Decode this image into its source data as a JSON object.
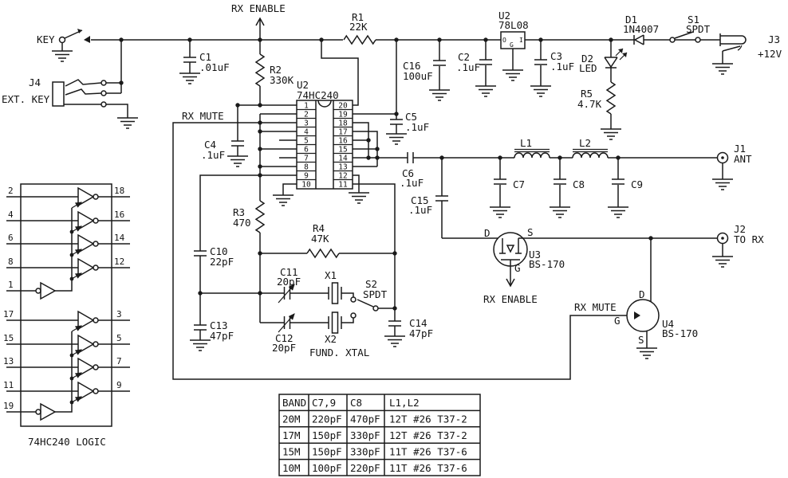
{
  "labels": {
    "key": "KEY",
    "j4": "J4",
    "ext_key": "EXT. KEY",
    "rx_enable_top": "RX ENABLE",
    "c1": "C1",
    "c1v": ".01uF",
    "r2": "R2",
    "r2v": "330K",
    "r1": "R1",
    "r1v": "22K",
    "u2a": "U2",
    "u2a_part": "74HC240",
    "u2b": "U2",
    "u2b_part": "78L08",
    "reg_out": "O",
    "reg_gnd": "G",
    "reg_in": "I",
    "c16": "C16",
    "c16v": "100uF",
    "c2": "C2",
    "c2v": ".1uF",
    "c3": "C3",
    "c3v": ".1uF",
    "c5": "C5",
    "c5v": ".1uF",
    "c4": "C4",
    "c4v": ".1uF",
    "d1": "D1",
    "d1v": "1N4007",
    "d2": "D2",
    "d2v": "LED",
    "r5": "R5",
    "r5v": "4.7K",
    "s1": "S1",
    "s1v": "SPDT",
    "j3": "J3",
    "j3v": "+12V",
    "rx_mute_left": "RX MUTE",
    "r3": "R3",
    "r3v": "470",
    "r4": "R4",
    "r4v": "47K",
    "c10": "C10",
    "c10v": "22pF",
    "c11": "C11",
    "c11v": "20pF",
    "c12": "C12",
    "c12v": "20pF",
    "c13": "C13",
    "c13v": "47pF",
    "c14": "C14",
    "c14v": "47pF",
    "x1": "X1",
    "x2": "X2",
    "fund_xtal": "FUND. XTAL",
    "s2": "S2",
    "s2v": "SPDT",
    "c6": "C6",
    "c6v": ".1uF",
    "c15": "C15",
    "c15v": ".1uF",
    "l1": "L1",
    "l2": "L2",
    "c7": "C7",
    "c8": "C8",
    "c9": "C9",
    "j1": "J1",
    "j1v": "ANT",
    "j2": "J2",
    "j2v": "TO RX",
    "u3": "U3",
    "u3v": "BS-170",
    "u3_d": "D",
    "u3_s": "S",
    "u3_g": "G",
    "rx_enable_bottom": "RX ENABLE",
    "rx_mute_bottom": "RX MUTE",
    "u4": "U4",
    "u4v": "BS-170",
    "u4_d": "D",
    "u4_g": "G",
    "u4_s": "S"
  },
  "ic": {
    "left_pins": [
      "1",
      "2",
      "3",
      "4",
      "5",
      "6",
      "7",
      "8",
      "9",
      "10"
    ],
    "right_pins": [
      "20",
      "19",
      "18",
      "17",
      "16",
      "15",
      "14",
      "13",
      "12",
      "11"
    ]
  },
  "logic": {
    "caption": "74HC240 LOGIC",
    "group1": {
      "inputs": [
        "2",
        "4",
        "6",
        "8"
      ],
      "enable": "1",
      "outputs": [
        "18",
        "16",
        "14",
        "12"
      ]
    },
    "group2": {
      "inputs": [
        "17",
        "15",
        "13",
        "11"
      ],
      "enable": "19",
      "outputs": [
        "3",
        "5",
        "7",
        "9"
      ]
    }
  },
  "band_table": {
    "headers": [
      "BAND",
      "C7,9",
      "C8",
      "L1,L2"
    ],
    "rows": [
      [
        "20M",
        "220pF",
        "470pF",
        "12T #26 T37-2"
      ],
      [
        "17M",
        "150pF",
        "330pF",
        "12T #26 T37-2"
      ],
      [
        "15M",
        "150pF",
        "330pF",
        "11T #26 T37-6"
      ],
      [
        "10M",
        "100pF",
        "220pF",
        "11T #26 T37-6"
      ]
    ]
  }
}
